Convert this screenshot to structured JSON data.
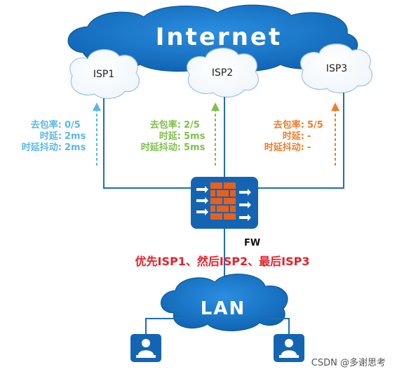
{
  "internet": {
    "label": "Internet"
  },
  "isps": [
    {
      "label": "ISP1",
      "color": "#5bb8e6",
      "loss_label": "去包率:",
      "loss": "0/5",
      "delay_label": "时延:",
      "delay": "2ms",
      "jitter_label": "时延抖动:",
      "jitter": "2ms"
    },
    {
      "label": "ISP2",
      "color": "#7fc04a",
      "loss_label": "去包率:",
      "loss": "2/5",
      "delay_label": "时延:",
      "delay": "5ms",
      "jitter_label": "时延抖动:",
      "jitter": "5ms"
    },
    {
      "label": "ISP3",
      "color": "#f07c2a",
      "loss_label": "去包率:",
      "loss": "5/5",
      "delay_label": "时延:",
      "delay": "-",
      "jitter_label": "时延抖动:",
      "jitter": "-"
    }
  ],
  "firewall": {
    "label": "FW"
  },
  "strategy": {
    "text": "优先ISP1、然后ISP2、最后ISP3",
    "color": "#e8202a"
  },
  "lan": {
    "label": "LAN"
  },
  "watermark": {
    "text": "CSDN @多谢思考"
  },
  "colors": {
    "cloud": "#1172c4",
    "link": "#1c6fb5",
    "firewall_bg": "#1464b4",
    "brick": "#e8601c"
  }
}
